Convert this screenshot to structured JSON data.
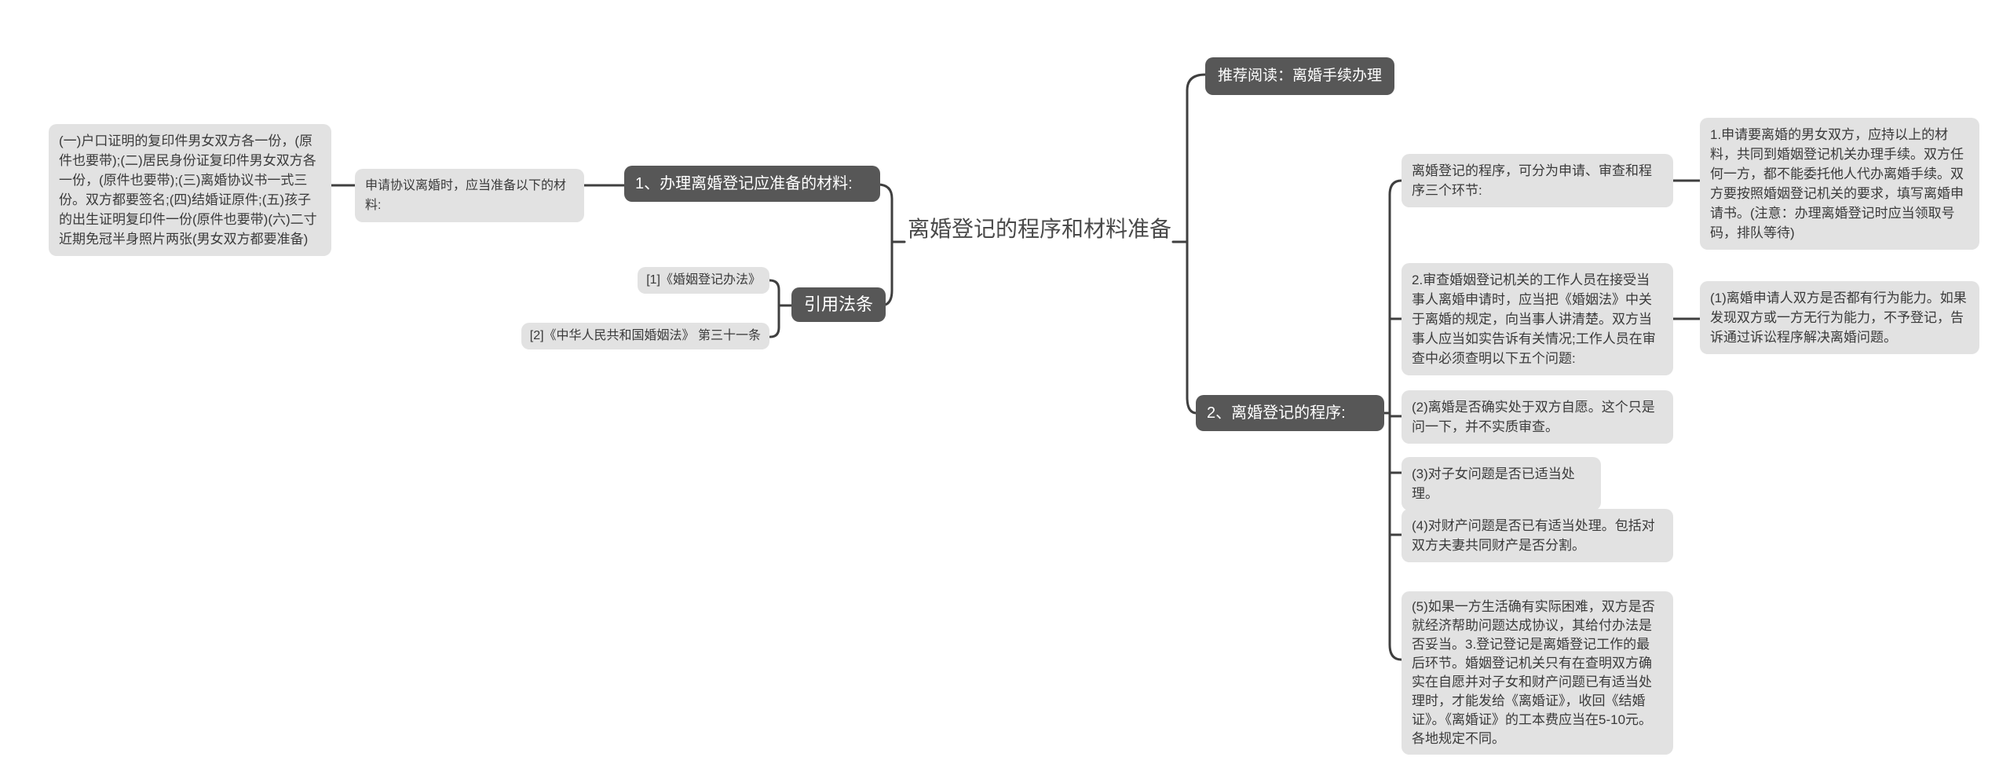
{
  "diagram": {
    "root": {
      "label": "离婚登记的程序和材料准备"
    },
    "left": {
      "materials_title": "1、办理离婚登记应准备的材料:",
      "materials_intro": "申请协议离婚时，应当准备以下的材料:",
      "materials_detail": "(一)户口证明的复印件男女双方各一份，(原件也要带);(二)居民身份证复印件男女双方各一份，(原件也要带);(三)离婚协议书一式三份。双方都要签名;(四)结婚证原件;(五)孩子的出生证明复印件一份(原件也要带)(六)二寸近期免冠半身照片两张(男女双方都要准备)",
      "citations_title": "引用法条",
      "citation_1": "[1]《婚姻登记办法》",
      "citation_2": "[2]《中华人民共和国婚姻法》 第三十一条"
    },
    "right": {
      "recommend": "推荐阅读：离婚手续办理",
      "procedure_title": "2、离婚登记的程序:",
      "procedure_overview": "离婚登记的程序，可分为申请、审查和程序三个环节:",
      "step1": "1.申请要离婚的男女双方，应持以上的材料，共同到婚姻登记机关办理手续。双方任何一方，都不能委托他人代办离婚手续。双方要按照婚姻登记机关的要求，填写离婚申请书。(注意：办理离婚登记时应当领取号码，排队等待)",
      "step2": "2.审查婚姻登记机关的工作人员在接受当事人离婚申请时，应当把《婚姻法》中关于离婚的规定，向当事人讲清楚。双方当事人应当如实告诉有关情况;工作人员在审查中必须查明以下五个问题:",
      "check1": "(1)离婚申请人双方是否都有行为能力。如果发现双方或一方无行为能力，不予登记，告诉通过诉讼程序解决离婚问题。",
      "check2": "(2)离婚是否确实处于双方自愿。这个只是问一下，并不实质审查。",
      "check3": "(3)对子女问题是否已适当处理。",
      "check4": "(4)对财产问题是否已有适当处理。包括对双方夫妻共同财产是否分割。",
      "check5": "(5)如果一方生活确有实际困难，双方是否就经济帮助问题达成协议，其给付办法是否妥当。3.登记登记是离婚登记工作的最后环节。婚姻登记机关只有在查明双方确实在自愿并对子女和财产问题已有适当处理时，才能发给《离婚证》，收回《结婚证》。《离婚证》的工本费应当在5-10元。各地规定不同。"
    },
    "colors": {
      "node_dark": "#575757",
      "node_light": "#e2e2e2",
      "line": "#3f3f3f",
      "root_text": "#4a4a4a",
      "background": "#ffffff"
    }
  }
}
